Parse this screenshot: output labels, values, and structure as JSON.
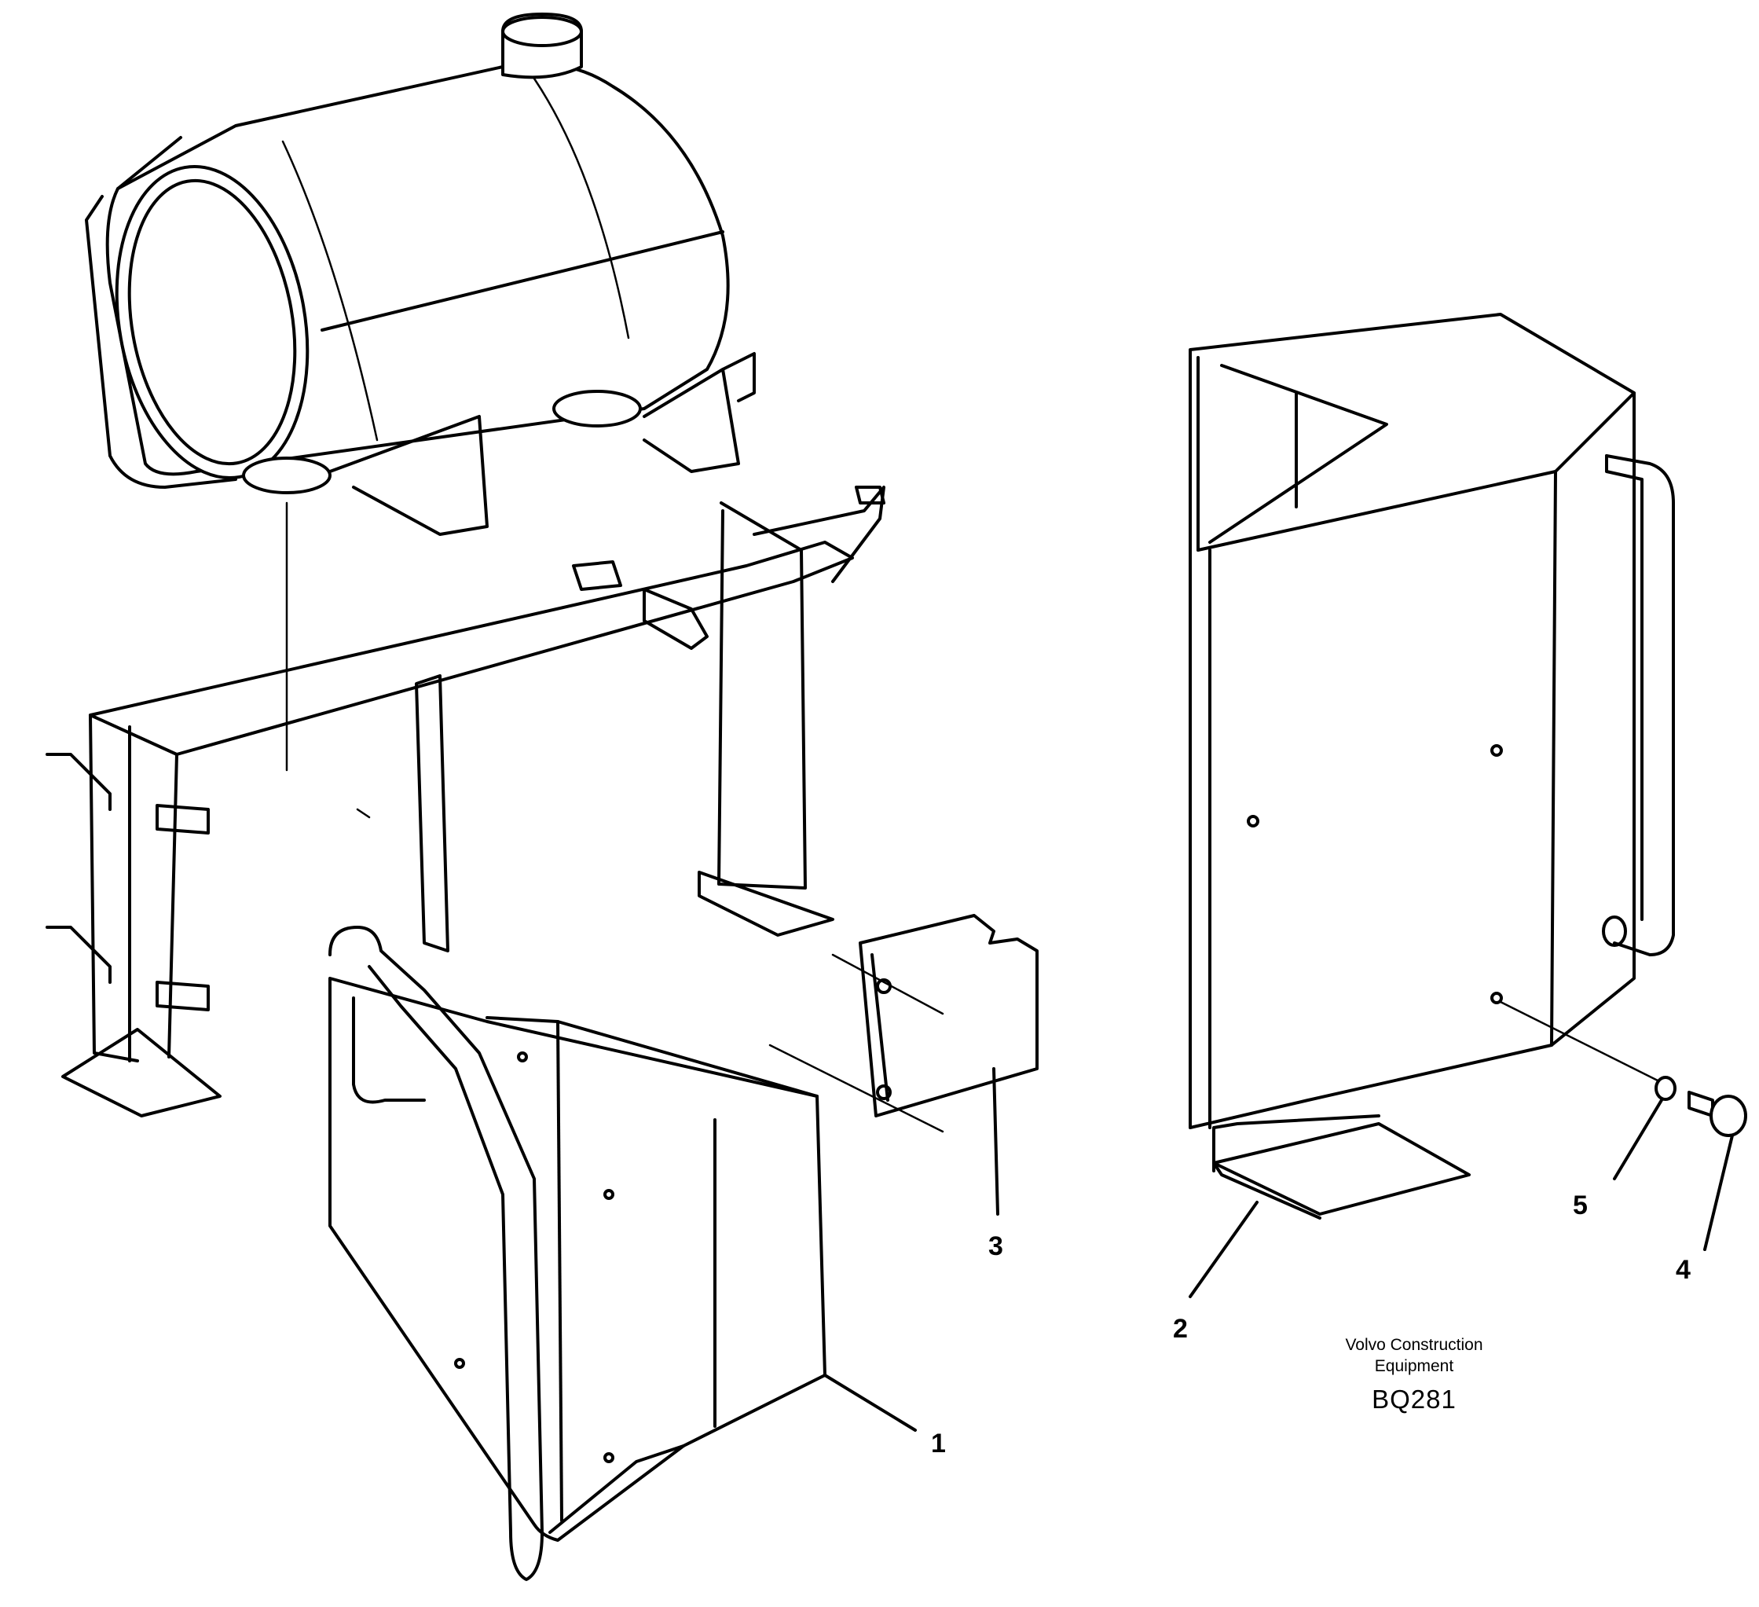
{
  "callouts": [
    {
      "id": "1",
      "label": "1"
    },
    {
      "id": "2",
      "label": "2"
    },
    {
      "id": "3",
      "label": "3"
    },
    {
      "id": "4",
      "label": "4"
    },
    {
      "id": "5",
      "label": "5"
    }
  ],
  "footer": {
    "brand_line1": "Volvo Construction",
    "brand_line2": "Equipment",
    "code": "BQ281"
  }
}
